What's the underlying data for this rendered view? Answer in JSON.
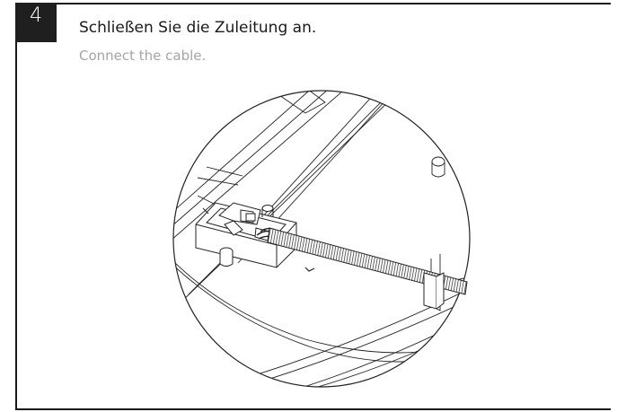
{
  "step": {
    "number": "4",
    "title_de": "Schließen Sie die Zuleitung an.",
    "title_en": "Connect the cable."
  },
  "illustration": {
    "subject": "ceiling-light-cable-connection-detail",
    "line_color": "#222222",
    "cable_color": "#333333"
  }
}
